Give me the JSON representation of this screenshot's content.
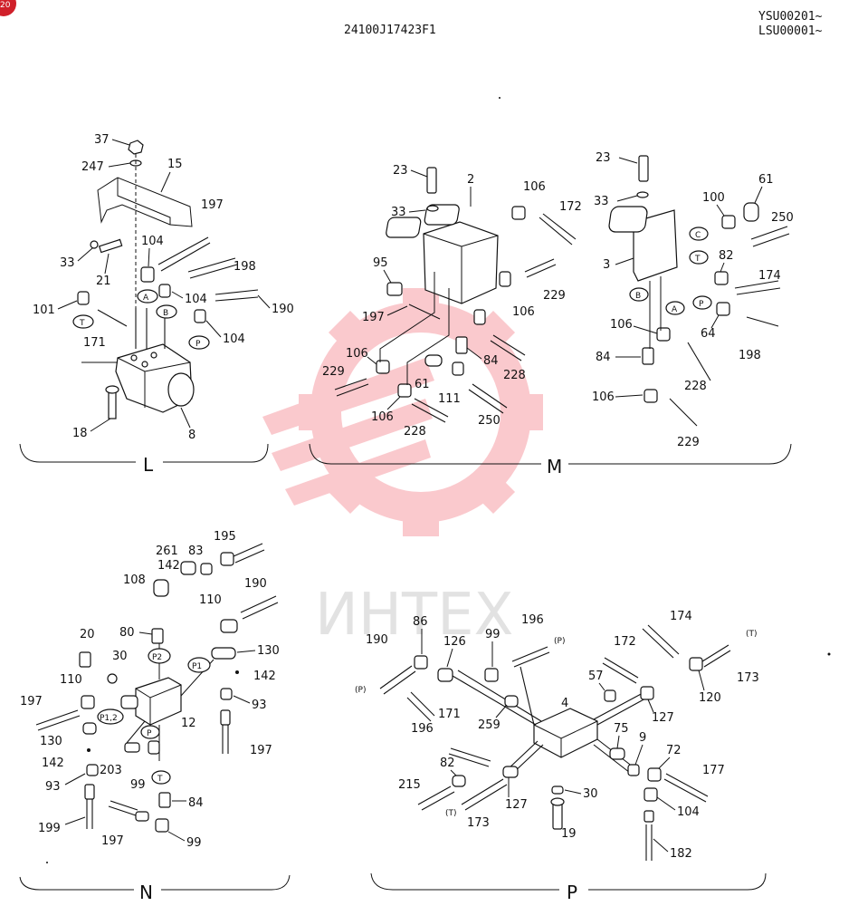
{
  "header": {
    "code": "24100J17423F1",
    "serial_1": "YSU00201~",
    "serial_2": "LSU00001~",
    "corner_badge": "20"
  },
  "watermark": {
    "text": "ИНТЕХ",
    "color": "#f04050"
  },
  "sections": {
    "L": {
      "label": "L",
      "parts": [
        "37",
        "247",
        "15",
        "197",
        "33",
        "21",
        "104",
        "198",
        "101",
        "104",
        "190",
        "171",
        "104",
        "18",
        "8"
      ],
      "ports": [
        "A",
        "B",
        "T",
        "P"
      ]
    },
    "M": {
      "label": "M",
      "parts": [
        "23",
        "2",
        "106",
        "172",
        "33",
        "95",
        "197",
        "106",
        "229",
        "229",
        "106",
        "84",
        "61",
        "111",
        "228",
        "106",
        "228",
        "250",
        "23",
        "61",
        "33",
        "100",
        "250",
        "3",
        "82",
        "174",
        "64",
        "198",
        "106",
        "84",
        "228",
        "106",
        "229"
      ],
      "ports": [
        "C",
        "T",
        "B",
        "A",
        "P"
      ]
    },
    "N": {
      "label": "N",
      "parts": [
        "261",
        "83",
        "195",
        "142",
        "108",
        "190",
        "110",
        "130",
        "80",
        "20",
        "30",
        "142",
        "110",
        "197",
        "93",
        "130",
        "12",
        "142",
        "203",
        "99",
        "93",
        "84",
        "199",
        "197",
        "99",
        "197"
      ],
      "ports": [
        "P2",
        "P1",
        "P1,2",
        "P",
        "T"
      ]
    },
    "P": {
      "label": "P",
      "parts": [
        "86",
        "99",
        "196",
        "190",
        "126",
        "196",
        "259",
        "171",
        "57",
        "4",
        "172",
        "127",
        "174",
        "120",
        "173",
        "75",
        "9",
        "72",
        "177",
        "82",
        "127",
        "30",
        "104",
        "215",
        "173",
        "19",
        "182"
      ],
      "ports": [
        "(P)",
        "(P)",
        "(T)",
        "(T)"
      ]
    }
  }
}
